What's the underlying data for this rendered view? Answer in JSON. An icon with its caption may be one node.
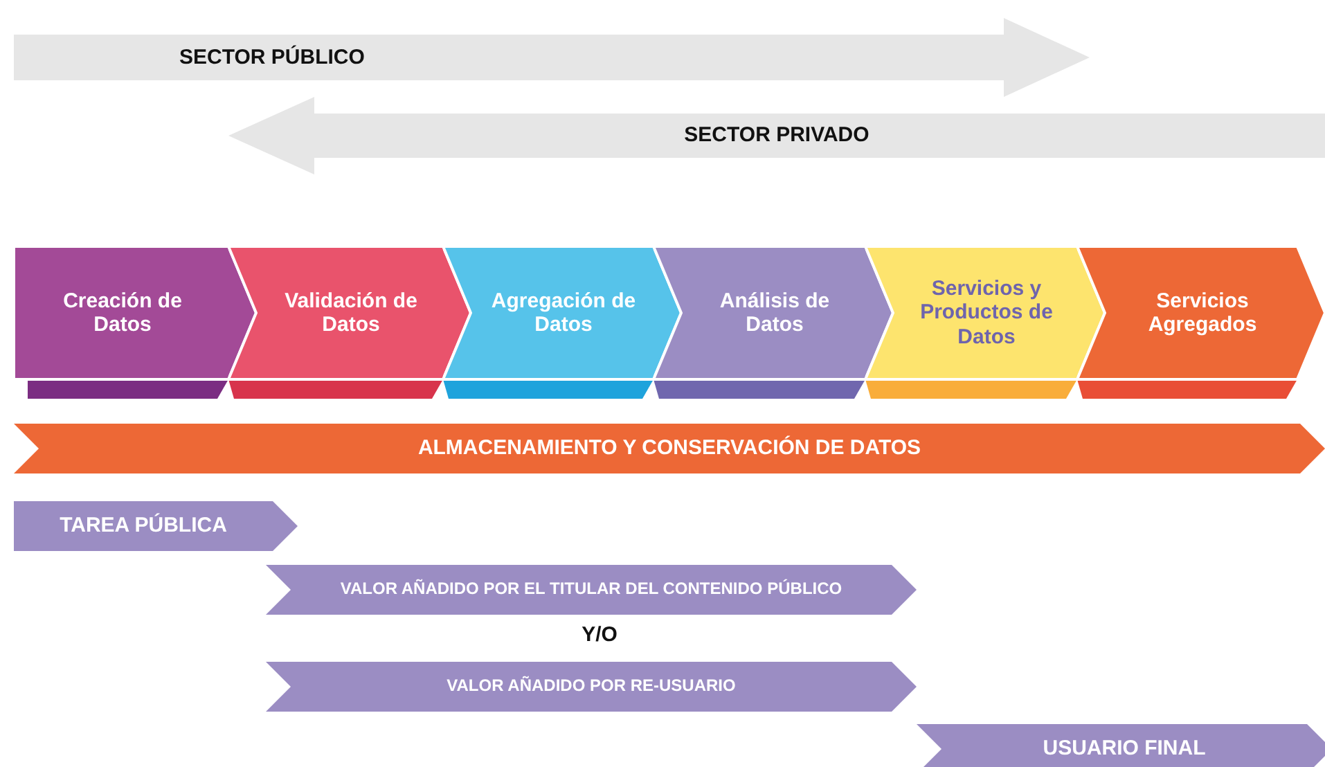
{
  "diagram": {
    "nodes": [
      {
        "text": [
          "SECTOR PÚBLICO"
        ]
      },
      {
        "text": [
          "SECTOR PRIVADO"
        ]
      },
      {
        "text": [
          "Creación de Datos"
        ]
      },
      {
        "text": [
          "Validación de Datos"
        ]
      },
      {
        "text": [
          "Agregación de Datos"
        ]
      },
      {
        "text": [
          "Análisis de Datos"
        ]
      },
      {
        "text": [
          "Servicios y Productos de Datos"
        ]
      },
      {
        "text": [
          "Servicios Agregados"
        ]
      },
      {
        "text": [
          "ALMACENAMIENTO Y CONSERVACIÓN DE DATOS"
        ]
      },
      {
        "text": [
          "TAREA PÚBLICA"
        ]
      },
      {
        "text": [
          "VALOR AÑADIDO POR EL TITULAR DEL CONTENIDO PÚBLICO"
        ]
      },
      {
        "text": [
          "VALOR AÑADIDO POR RE-USUARIO"
        ]
      },
      {
        "text": [
          "USUARIO FINAL"
        ]
      }
    ],
    "labels": [
      "Y/O"
    ]
  }
}
